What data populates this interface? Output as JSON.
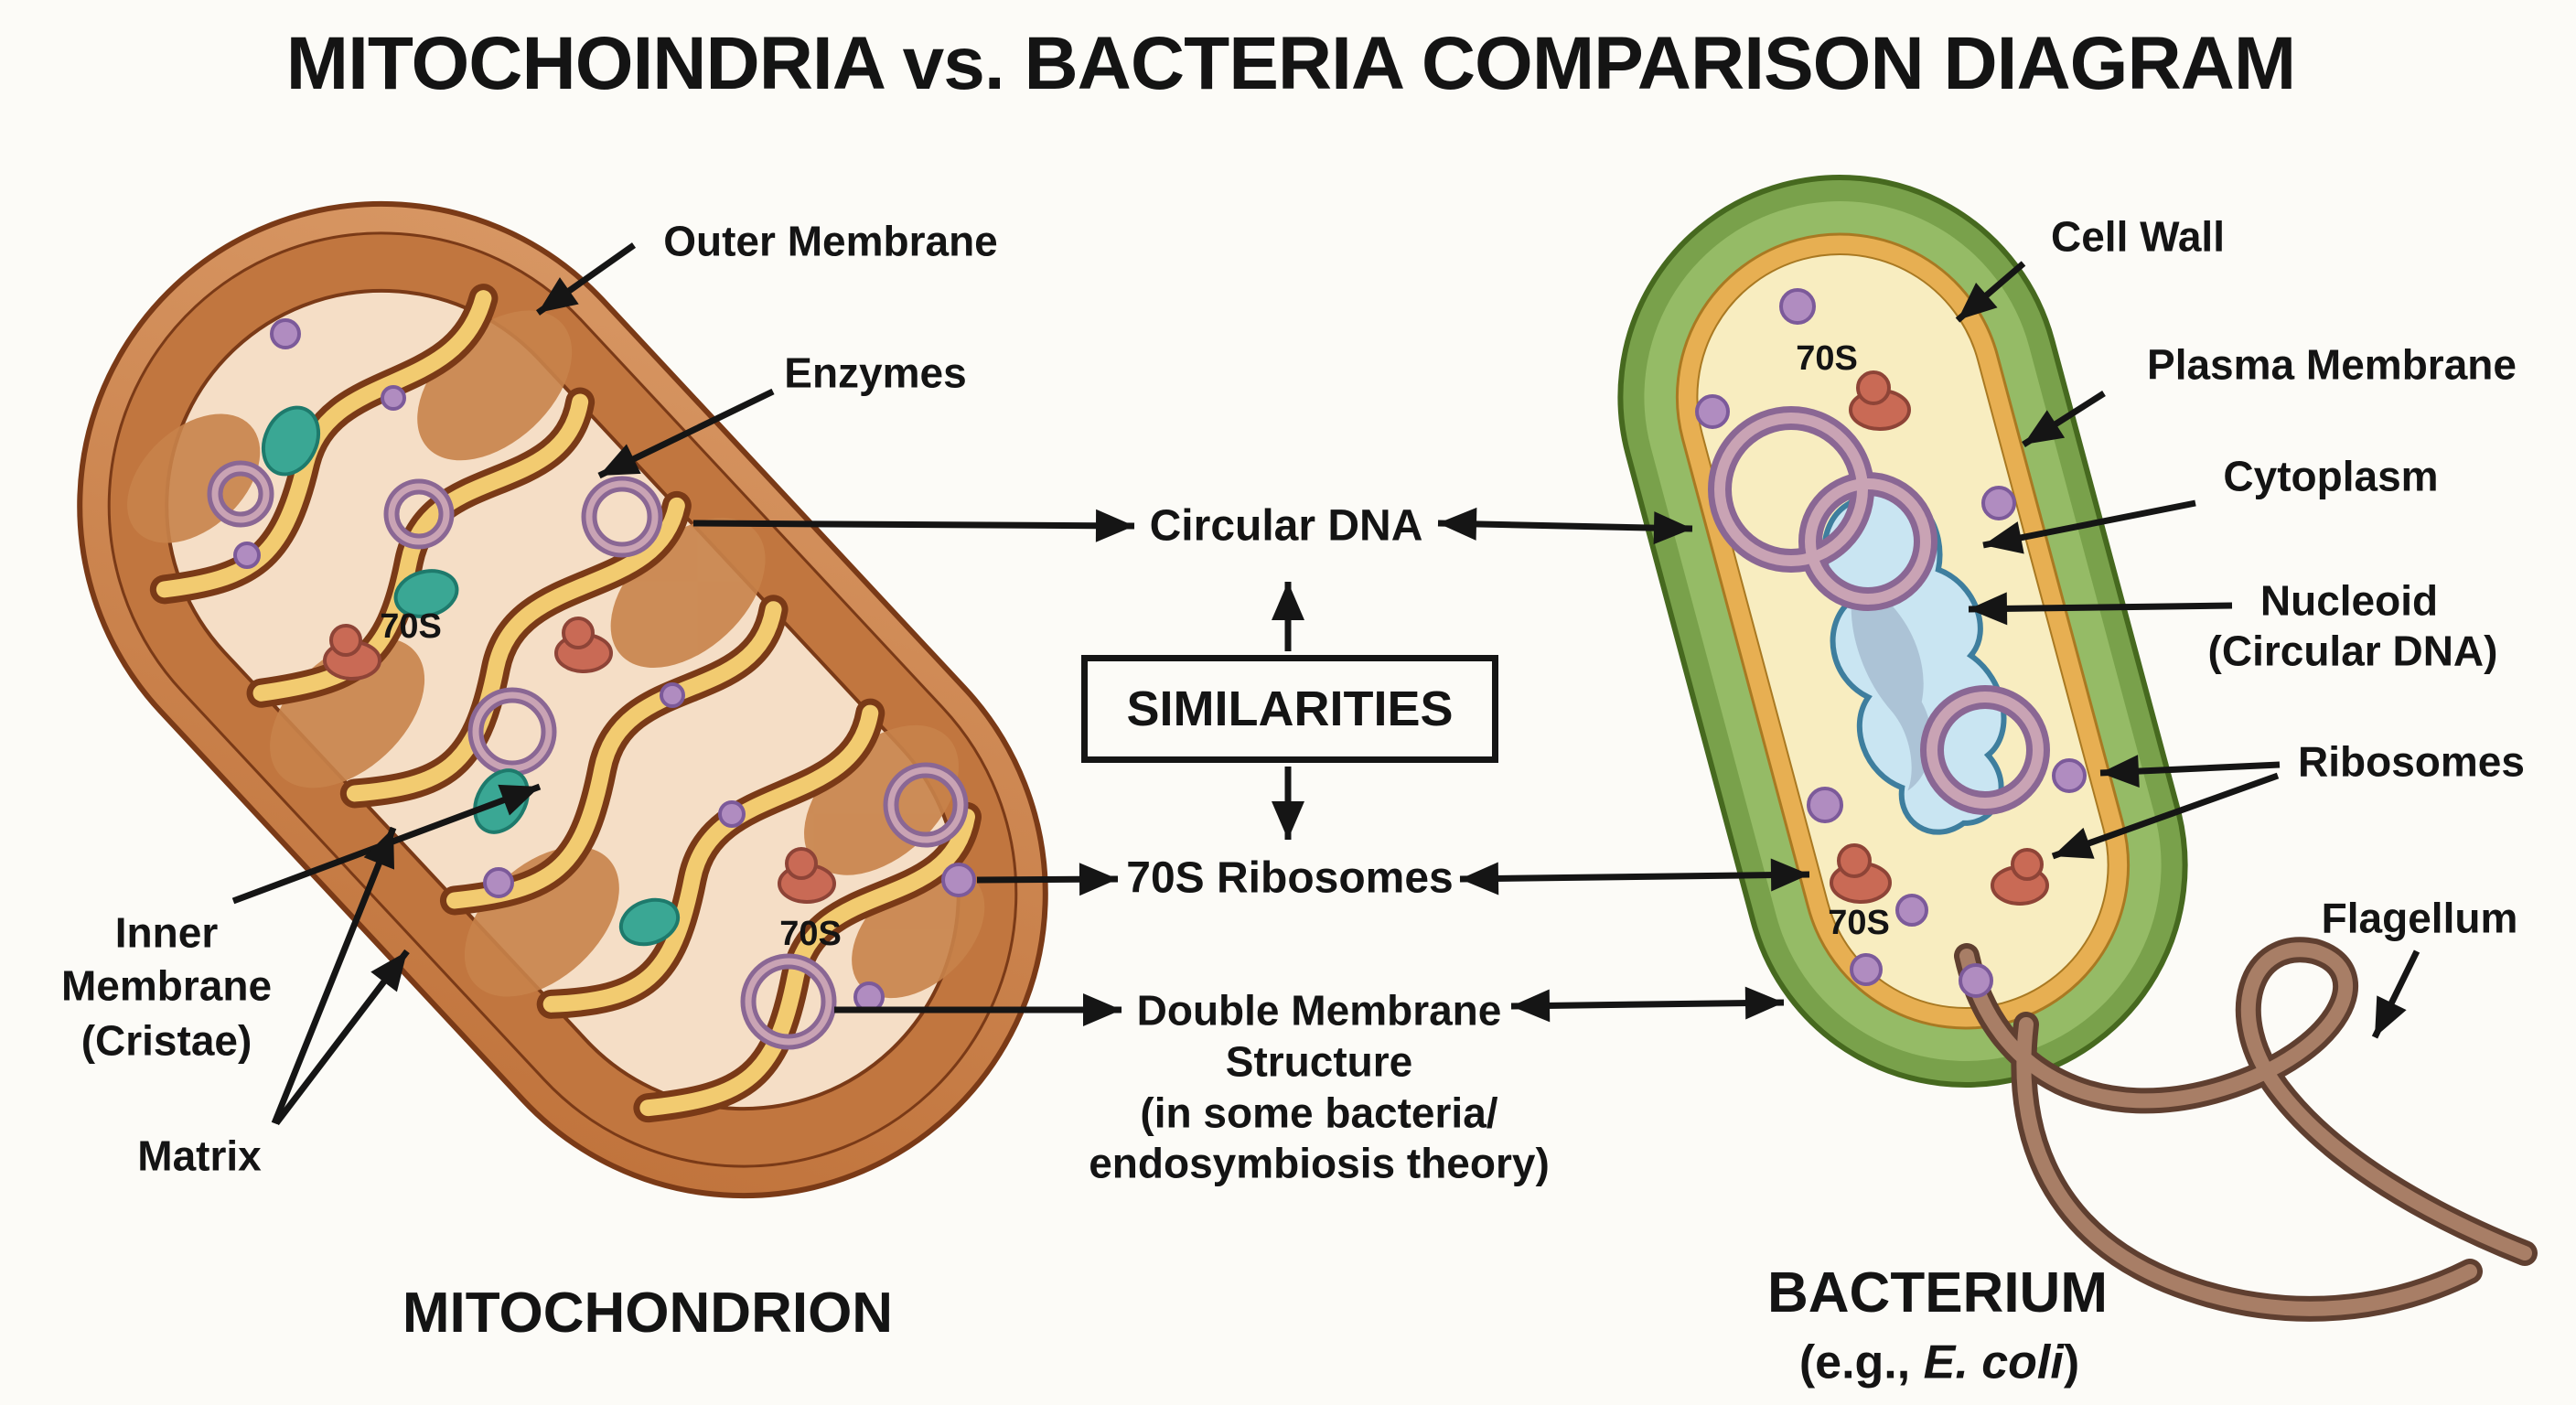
{
  "title": "MITOCHOINDRIA vs. BACTERIA COMPARISON DIAGRAM",
  "similarities": {
    "box_label": "SIMILARITIES",
    "item_top": "Circular DNA",
    "item_middle": "70S Ribosomes",
    "item_bottom_lines": [
      "Double Membrane",
      "Structure",
      "(in some bacteria/",
      "endosymbiosis theory)"
    ]
  },
  "mitochondrion": {
    "caption": "MITOCHONDRION",
    "labels": {
      "outer_membrane": "Outer Membrane",
      "enzymes": "Enzymes",
      "inner_membrane_lines": [
        "Inner",
        "Membrane",
        "(Cristae)"
      ],
      "matrix": "Matrix"
    },
    "ribosome_tags": [
      "70S",
      "70S"
    ]
  },
  "bacterium": {
    "caption": "BACTERIUM",
    "caption_sub_prefix": "(e.g., ",
    "caption_sub_species": "E. coli",
    "caption_sub_suffix": ")",
    "labels": {
      "cell_wall": "Cell Wall",
      "plasma_membrane": "Plasma Membrane",
      "cytoplasm": "Cytoplasm",
      "nucleoid_lines": [
        "Nucleoid",
        "(Circular DNA)"
      ],
      "ribosomes": "Ribosomes",
      "flagellum": "Flagellum"
    },
    "ribosome_tags": [
      "70S",
      "70S"
    ]
  },
  "colors": {
    "background": "#FCFBF7",
    "text_black": "#141414",
    "arrow_black": "#151515",
    "outline_brown": "#7A3A17",
    "mito_outer_light": "#DA9A67",
    "mito_outer_dark": "#BE7038",
    "mito_membrane_space": "#C1763F",
    "mito_matrix": "#F5DEC6",
    "mito_lobe": "#C8834A",
    "cristae_yellow": "#F2CB70",
    "dna_purple": "#8A6794",
    "dna_purple_light": "#C9A3B4",
    "dot_purple": "#B08CC0",
    "dot_purple_edge": "#7C5A9A",
    "ribosome_red": "#C96A55",
    "ribosome_red_dark": "#8E4437",
    "enzyme_teal": "#3AA794",
    "enzyme_teal_edge": "#1E7A6C",
    "wall_green_outer": "#79A14B",
    "wall_green_inner": "#95BB66",
    "wall_green_edge": "#46691F",
    "membrane_gold": "#E7AF52",
    "membrane_gold_edge": "#A97922",
    "cytoplasm_cream": "#F8EDC0",
    "nucleoid_blue": "#C9E5F2",
    "nucleoid_edge": "#3E7E9E",
    "nucleoid_shadow": "#93A8C0",
    "flagellum_brown": "#A87E66",
    "flagellum_edge": "#5F3F30"
  }
}
